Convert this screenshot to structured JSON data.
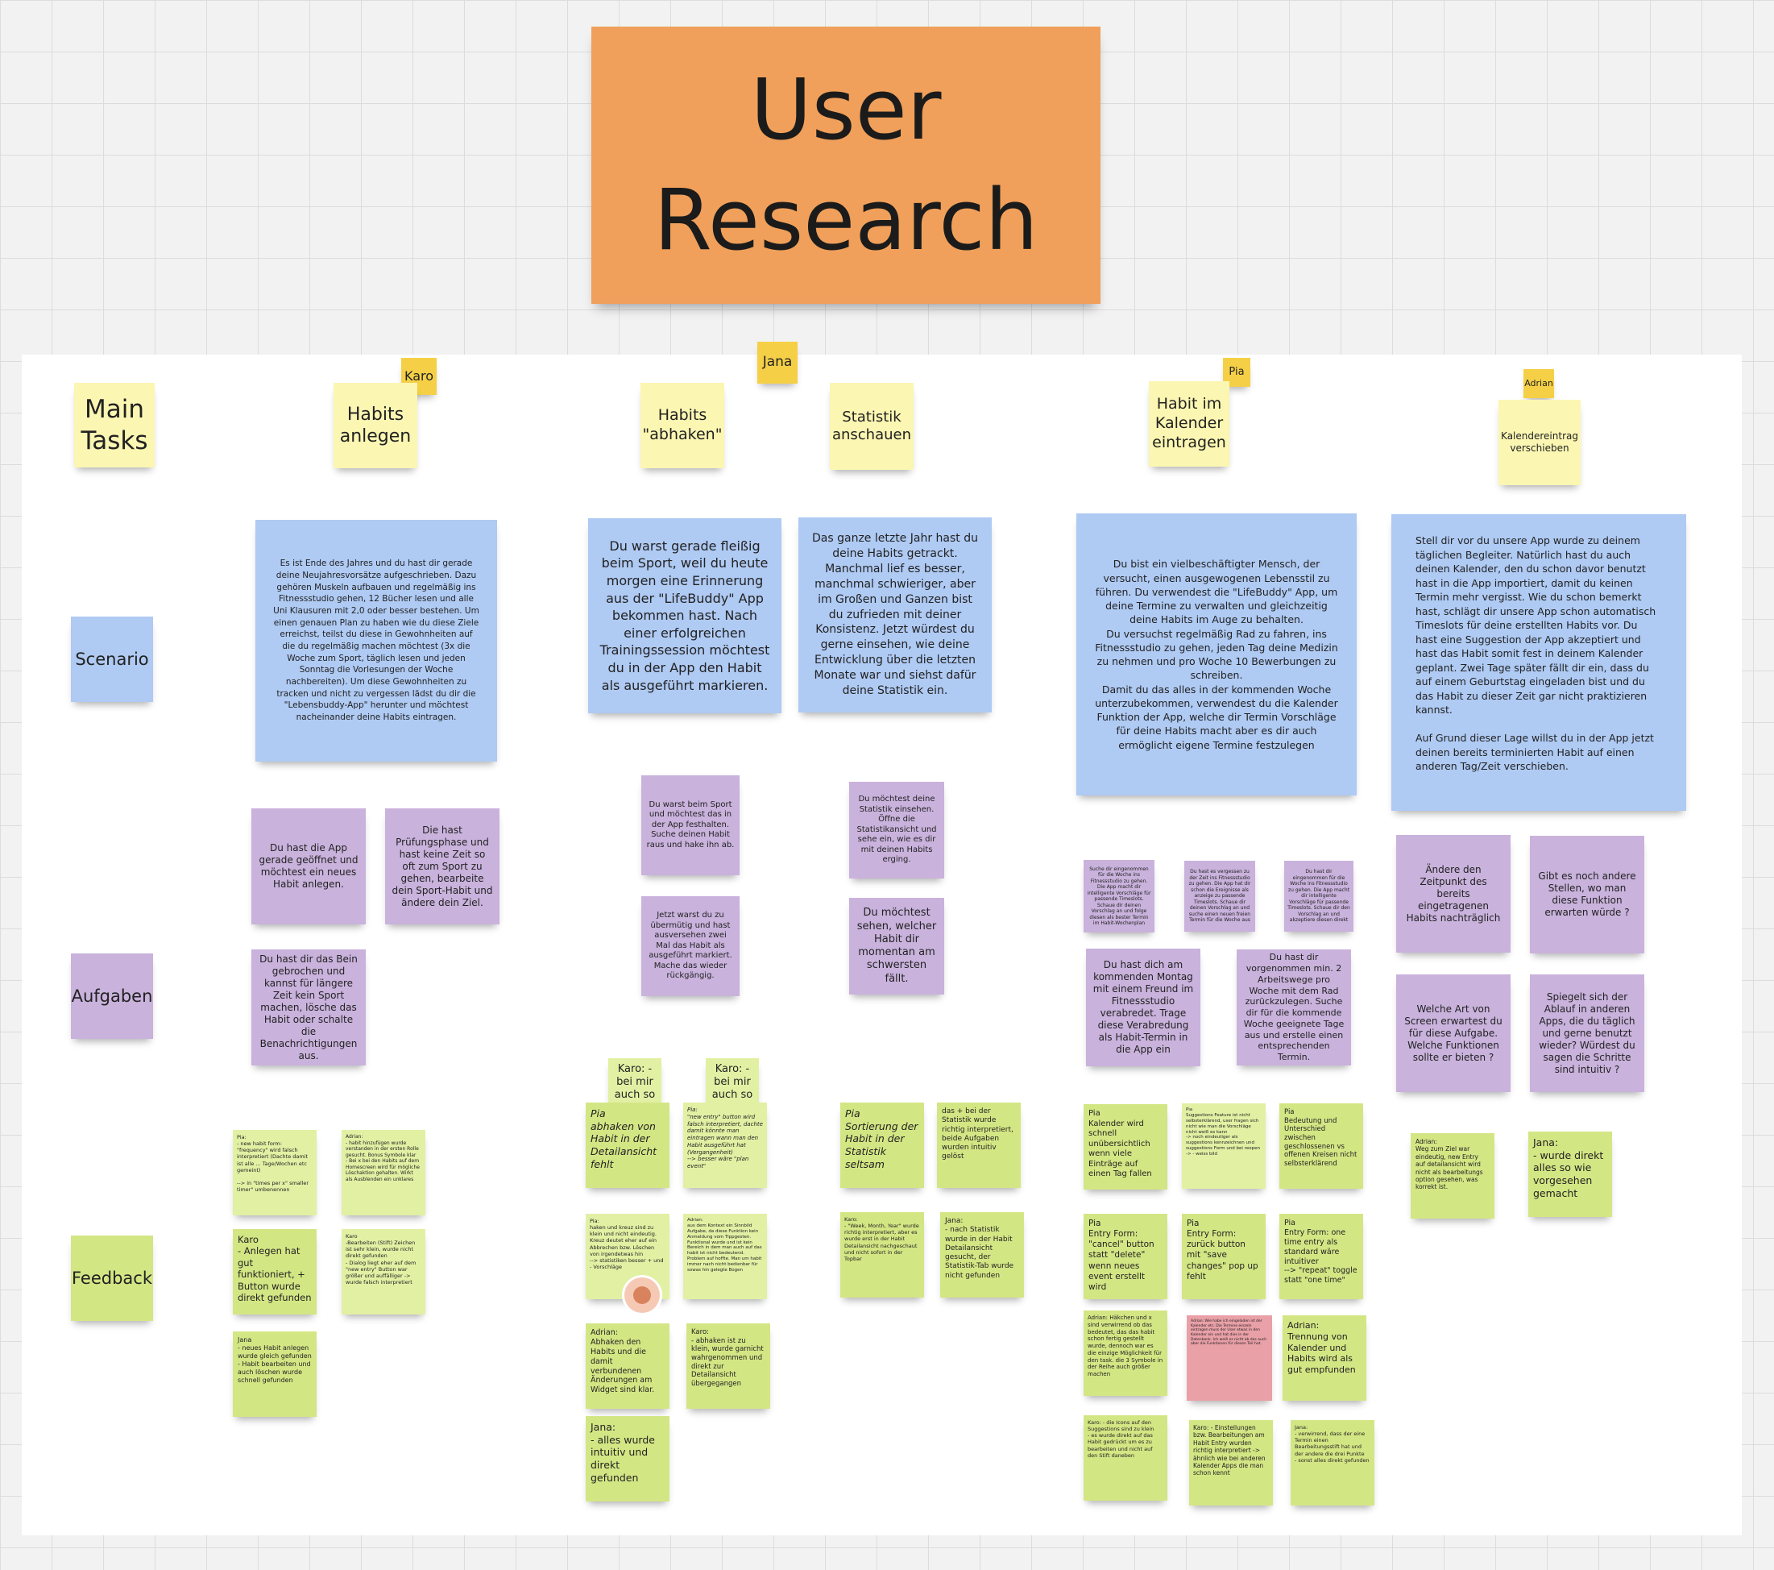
{
  "title": "User\nResearch",
  "names": {
    "karo": "Karo",
    "jana": "Jana",
    "pia": "Pia",
    "adrian": "Adrian"
  },
  "row_labels": {
    "main_tasks": "Main\nTasks",
    "scenario": "Scenario",
    "aufgaben": "Aufgaben",
    "feedback": "Feedback"
  },
  "tasks": {
    "habits_anlegen": "Habits\nanlegen",
    "habits_abhaken": "Habits\n\"abhaken\"",
    "statistik": "Statistik\nanschauen",
    "kalender": "Habit  im\nKalender\neintragen",
    "verschieben": "Kalendereintrag\nverschieben"
  },
  "scenarios": {
    "s1": "Es ist Ende des Jahres und du hast dir gerade deine Neujahresvorsätze aufgeschrieben. Dazu gehören Muskeln aufbauen und regelmäßig ins Fitnessstudio gehen, 12 Bücher lesen und alle Uni Klausuren mit 2,0 oder besser bestehen. Um einen genauen Plan zu haben wie du diese Ziele erreichst, teilst du diese in Gewohnheiten auf die du regelmäßig machen möchtest (3x die Woche zum Sport, täglich lesen und jeden Sonntag die Vorlesungen der Woche nachbereiten). Um diese Gewohnheiten zu tracken und nicht zu vergessen lädst du dir die \"Lebensbuddy-App\" herunter und möchtest nacheinander deine Habits eintragen.",
    "s2": "Du warst gerade fleißig beim Sport, weil du heute morgen eine Erinnerung aus der \"LifeBuddy\" App bekommen hast. Nach einer erfolgreichen Trainingssession möchtest du in der App den Habit als ausgeführt markieren.",
    "s3": "Das ganze letzte Jahr hast du deine Habits getrackt. Manchmal lief es besser, manchmal schwieriger, aber im Großen und Ganzen bist du zufrieden mit deiner Konsistenz. Jetzt würdest du gerne einsehen, wie deine Entwicklung über die letzten Monate war und siehst dafür deine Statistik ein.",
    "s4": "Du bist ein vielbeschäftigter Mensch, der versucht, einen ausgewogenen Lebensstil zu führen. Du verwendest die \"LifeBuddy\" App, um deine Termine zu verwalten und gleichzeitig deine Habits im Auge zu behalten.\nDu versuchst regelmäßig Rad zu fahren, ins Fitnessstudio zu gehen, jeden Tag deine Medizin zu nehmen und pro Woche 10 Bewerbungen zu schreiben.\nDamit du das alles in der kommenden Woche unterzubekommen, verwendest du die Kalender Funktion der App, welche  dir Termin Vorschläge für deine Habits macht aber es dir auch ermöglicht eigene Termine festzulegen",
    "s5": "Stell dir vor du unsere App wurde zu deinem täglichen Begleiter. Natürlich hast du auch deinen Kalender, den du schon davor benutzt hast in die App importiert, damit du keinen Termin mehr vergisst. Wie du schon bemerkt hast, schlägt dir unsere App schon automatisch Timeslots für deine erstellten Habits vor. Du hast eine Suggestion der App akzeptiert und hast das Habit somit fest in deinem Kalender geplant. Zwei Tage später fällt dir ein, dass du auf einem Geburtstag eingeladen bist und du das Habit zu dieser Zeit gar nicht praktizieren kannst.\n\nAuf Grund dieser Lage willst du in der App jetzt deinen bereits terminierten Habit auf einen anderen Tag/Zeit verschieben."
  },
  "aufgaben": {
    "a1": "Du hast die App gerade geöffnet und möchtest ein neues Habit anlegen.",
    "a2": "Die hast Prüfungsphase und hast keine Zeit so oft zum Sport zu gehen, bearbeite dein Sport-Habit und ändere dein Ziel.",
    "a3": "Du hast dir das Bein gebrochen und kannst für längere Zeit kein Sport machen, lösche das Habit oder schalte die Benachrichtigungen aus.",
    "a4": "Du warst beim Sport und möchtest das in der App festhalten. Suche deinen Habit raus und hake ihn ab.",
    "a5": "Jetzt warst du zu übermütig und hast ausversehen zwei Mal das Habit als ausgeführt markiert. Mache das wieder rückgängig.",
    "a6": "Du möchtest deine Statistik einsehen. Öffne die Statistikansicht und sehe ein, wie es dir mit deinen Habits erging.",
    "a7": "Du möchtest sehen, welcher Habit  dir momentan am schwersten fällt.",
    "a8": "Suche dir eingenommen für die Woche ins Fitnessstudio zu gehen. Die App macht dir intelligente Vorschläge für passende Timeslots. Schaue dir deinen Vorschlag an und folge diesen als bester Termin im Habit-Wochenplan",
    "a9": "Du hast es vergessen zu der Zeit ins Fitnessstudio zu gehen. Die App hat dir schon die Ereignisse als anzeige zu passende Timeslots. Schaue dir deinen Vorschlag an und suche einen neuen freien Termin für die Woche aus",
    "a10": "Du hast dir eingenommen für die Woche ins Fitnessstudio zu gehen. Die App macht dir intelligente Vorschläge für passende Timeslots. Schaue dir den Vorschlag an und akzeptiere diesen direkt",
    "a11": "Du hast dich am kommenden Montag mit einem Freund im Fitnessstudio verabredet. Trage diese Verabredung als Habit-Termin in die App ein",
    "a12": "Du hast dir vorgenommen min. 2 Arbeitswege pro Woche mit dem Rad zurückzulegen. Suche dir für die kommende Woche geeignete Tage aus und erstelle einen entsprechenden Termin.",
    "a13": "Ändere den Zeitpunkt des bereits eingetragenen Habits nachträglich",
    "a14": "Gibt es noch andere Stellen, wo man diese Funktion erwarten würde ?",
    "a15": "Welche Art von Screen erwartest du für diese Aufgabe. Welche Funktionen sollte er bieten ?",
    "a16": "Spiegelt sich der Ablauf in anderen Apps, die du täglich und gerne benutzt wieder? Würdest du sagen die Schritte sind intuitiv ?"
  },
  "feedback": {
    "f1": "Pia:\n- new habit form: \"frequency\" wird falsch interpretiert (Dachte damit ist alle ... Tage/Wochen etc gemeint)\n\n--> in \"times per x\" smaller timer\" umbenennen",
    "f2": "Adrian:\n- habit hinzufügen wurde verstanden in der ersten Rolle gesucht. Bonus Symbole klar\n- Bei x bei den Habits auf dem Homescreen wird für mögliche Löschaktion gehalten. Wirkt als Ausblenden ein unklares",
    "f3": "Karo\n- Anlegen hat gut funktioniert, + Button wurde direkt gefunden",
    "f4": "Karo\n-Bearbeiten (Stift) Zeichen ist sehr klein, wurde nicht direkt gefunden\n- Dialog liegt eher auf dem \"new entry\" Button war größer und auffälliger -> wurde falsch interpretiert",
    "f5": "Jana\n- neues Habit anlegen wurde gleich gefunden\n- Habit bearbeiten und auch löschen wurde schnell gefunden",
    "karo_badge1": "Karo: -\nbei mir\nauch so",
    "karo_badge2": "Karo: -\nbei mir\nauch so",
    "f6": "Pia\nabhaken von Habit in der Detailansicht fehlt",
    "f7": "Pia:\n\"new entry\" button wird falsch interpretiert, dachte damit könnte man eintragen wann man den Habit ausgeführt hat (Vergangenheit)\n--> besser wäre \"plan event\"",
    "f8": "Pia:\nhaken und kreuz sind zu klein und nicht eindeutig. Kreuz deutet eher auf ein Abbrechen bzw. Löschen von irgendetwas hin\n--> statistiken besser + und - Vorschläge",
    "f9": "Adrian:\naus dem Kontext ein Sinnbild Aufgabe, da diese Funktion kein Anmeldung vom Tippgesten. Funktional wurde und ist kein Bereich in dem man auch auf das habit ist nicht bedeutend. Problem auf hoffte. Man um habit immer nach nicht bedienbar für sowas hin gelegte Bogen",
    "f10": "Adrian:\nAbhaken den Habits und die damit verbundenen Änderungen am Widget sind klar.",
    "f11": "Karo:\n- abhaken ist zu klein, wurde garnicht wahrgenommen und direkt zur Detailansicht übergegangen",
    "f12": "Jana:\n- alles wurde intuitiv und direkt gefunden",
    "f13": "Pia\nSortierung der Habit in der Statistik seltsam",
    "f14": "das + bei der Statistik wurde richtig interpretiert, beide Aufgaben wurden intuitiv gelöst",
    "f15": "Karo:\n- \"Week, Month, Year\" wurde richtig interpretiert, aber es wurde erst in der Habit Detailansicht nachgeschaut und nicht sofort in der Topbar",
    "f16": "Jana:\n- nach Statistik wurde in der Habit Detailansicht gesucht, der Statistik-Tab wurde nicht gefunden",
    "f17": "Pia\nKalender wird schnell unübersichtlich wenn viele Einträge auf einen Tag fallen",
    "f18": "Pia\nSuggestions Feature ist nicht selbsterklärend, user fragen sich nicht wie man die Vorschläge nicht weiß es kann\n-> noch eindeutiger als suggestions kennzeichnen und suggestions Form und bei reopen -> - weiss bild",
    "f19": "Pia\nBedeutung und Unterschied zwischen geschlossenen vs offenen Kreisen nicht selbsterklärend",
    "f20": "Pia\nEntry Form:\n\"cancel\" button statt \"delete\" wenn neues event erstellt wird",
    "f21": "Pia\nEntry Form:\nzurück button mit \"save changes\" pop up fehlt",
    "f22": "Pia\nEntry Form: one time entry als standard wäre intuitiver\n--> \"repeat\" toggle statt \"one time\"",
    "f23": "Adrian: Häkchen und x sind verwirrend ob das bedeutet, das das habit schon fertig gestellt wurde, dennoch war es die einzige Möglichkeit für den task. die 3 Symbole in der Reihe auch größer machen",
    "f24": "Adrian: Wie habe ich eingeladen ist der Kalender etc. Die Termine einzeln eintragen muss der User etwas in den Kalender ein und hat dies in der Datenbank. Ich weiß es nicht ob das auch aber die Funktionen für diesen Teil hat.",
    "f25": "Adrian:\nTrennung von Kalender und Habits wird als gut empfunden",
    "f26": "Karo: - die Icons auf den Suggestions sind zu klein\n- es wurde direkt auf das Habit gedrückt um es zu bearbeiten und nicht auf den Stift daneben",
    "f27": "Karo: - Einstellungen bzw. Bearbeitungen am Habit Entry wurden richtig interpretiert -> ähnlich wie bei anderen Kalender Apps die man schon kennt",
    "f28": "Jana:\n- verwirrend, dass der eine Termin einen Bearbeitungsstift hat und der andere die drei Punkte\n- sonst alles direkt gefunden",
    "f29": "Adrian:\nWeg zum Ziel war eindeutig, new Entry auf detailansicht wird nicht als bearbeitungs option gesehen, was korrekt ist.",
    "f30": "Jana:\n- wurde direkt alles so wie vorgesehen gemacht"
  }
}
